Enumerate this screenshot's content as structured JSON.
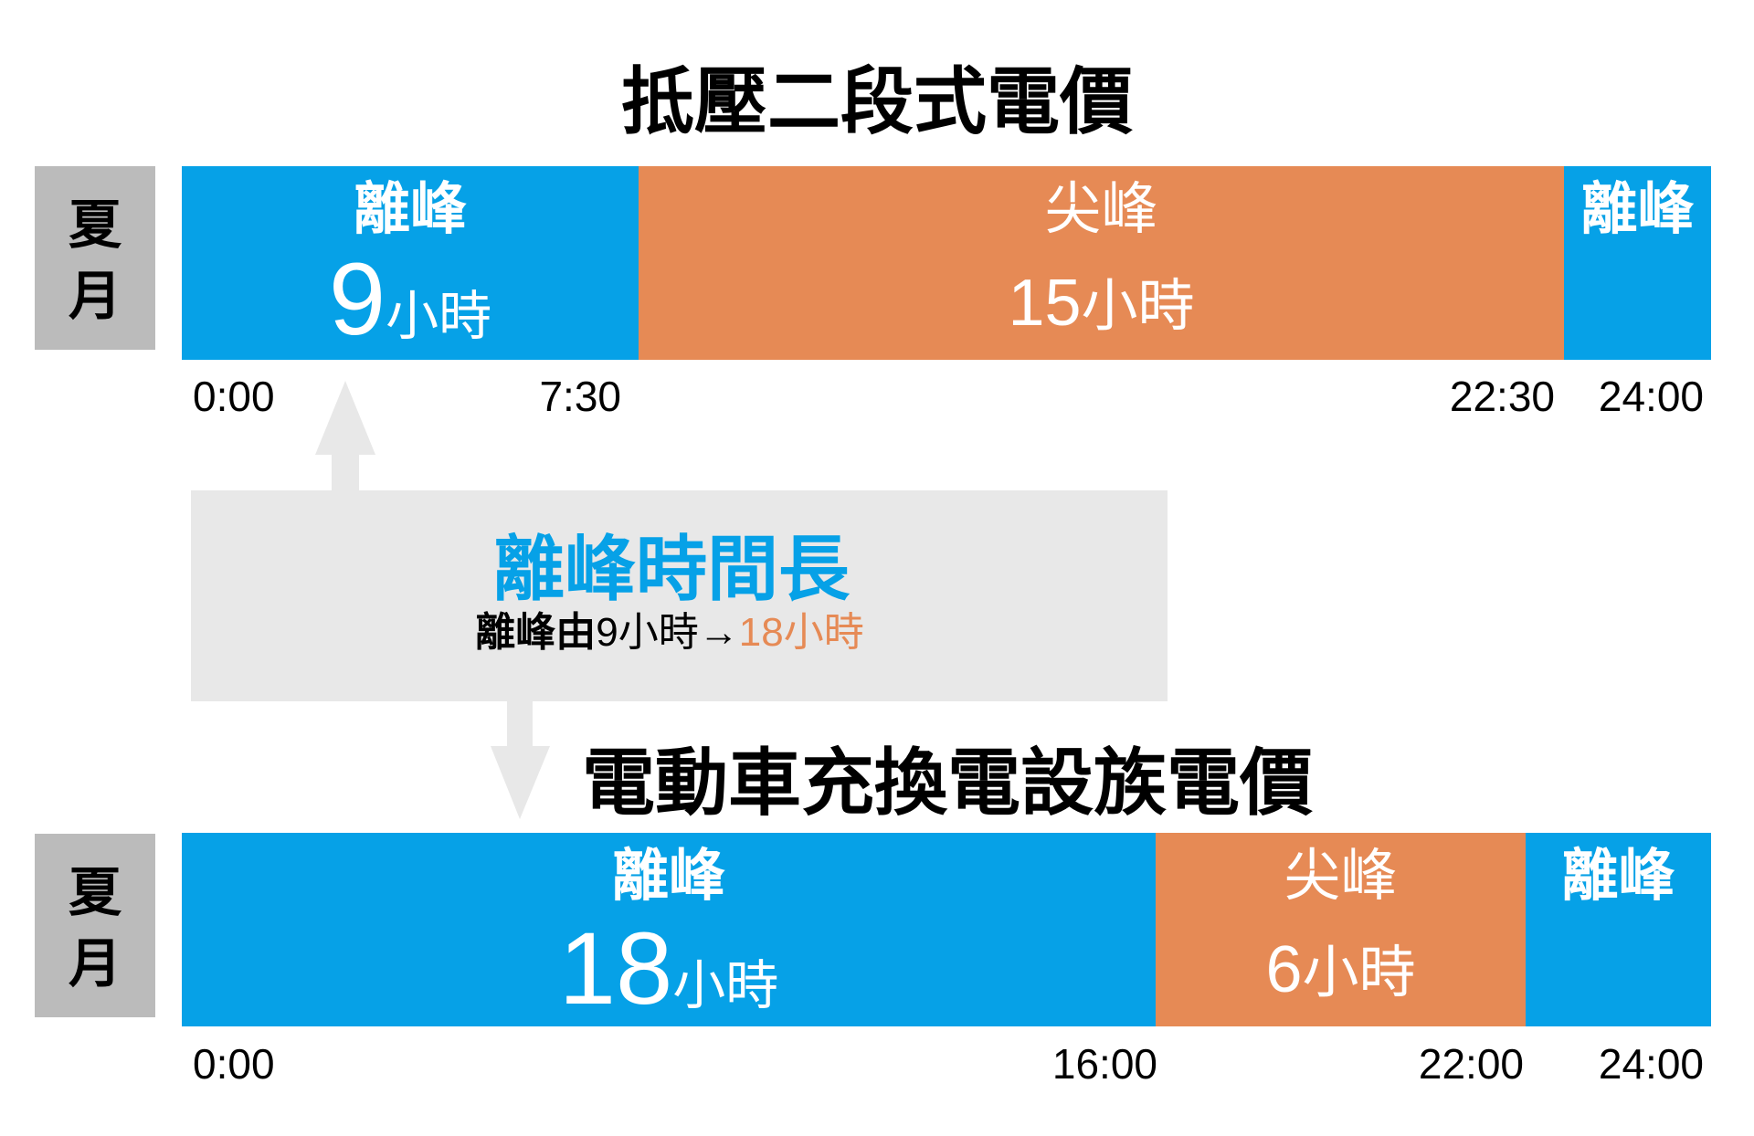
{
  "colors": {
    "offpeak_blue": "#06A1E7",
    "peak_orange": "#E68A55",
    "season_label_gray": "#BBBBBB",
    "panel_gray": "#E8E8E8"
  },
  "tariff_top": {
    "title": "抵壓二段式電價",
    "season": [
      "夏",
      "月"
    ],
    "segments": [
      {
        "label": "離峰",
        "hours_num": "9",
        "hours_unit": "小時"
      },
      {
        "label": "尖峰",
        "hours_num": "15",
        "hours_unit": "小時"
      },
      {
        "label": "離峰"
      }
    ],
    "ticks": [
      "0:00",
      "7:30",
      "22:30",
      "24:00"
    ]
  },
  "comparison": {
    "headline": "離峰時間長",
    "detail_prefix": "離峰由",
    "detail_from": "9小時→",
    "detail_to": "18小時"
  },
  "tariff_bottom": {
    "title": "電動車充換電設族電價",
    "season": [
      "夏",
      "月"
    ],
    "segments": [
      {
        "label": "離峰",
        "hours_num": "18",
        "hours_unit": "小時"
      },
      {
        "label": "尖峰",
        "hours_num": "6",
        "hours_unit": "小時"
      },
      {
        "label": "離峰"
      }
    ],
    "ticks": [
      "0:00",
      "16:00",
      "22:00",
      "24:00"
    ]
  }
}
